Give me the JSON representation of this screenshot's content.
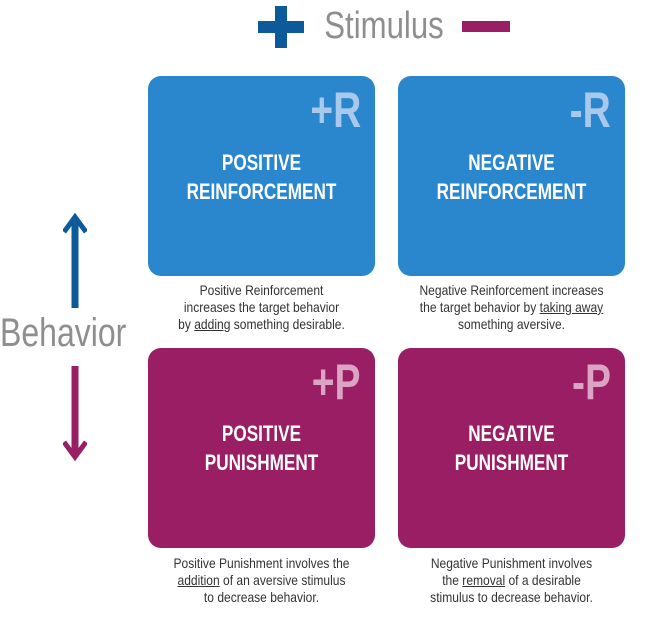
{
  "header": {
    "label": "Stimulus",
    "plus_icon": "plus-icon",
    "minus_icon": "minus-icon",
    "colors": {
      "plus": "#0d5a9a",
      "minus": "#9a1e63",
      "label": "#8e8e8e"
    }
  },
  "side": {
    "label": "Behavior",
    "up_icon": "arrow-up-icon",
    "down_icon": "arrow-down-icon"
  },
  "quadrants": {
    "pr": {
      "abbr": "+R",
      "title_line1": "POSITIVE",
      "title_line2": "REINFORCEMENT",
      "desc": [
        "Positive Reinforcement",
        "increases the target behavior",
        "by ",
        "adding",
        " something desirable."
      ],
      "color": "#2a86cd"
    },
    "nr": {
      "abbr": "-R",
      "title_line1": "NEGATIVE",
      "title_line2": "REINFORCEMENT",
      "desc": [
        "Negative Reinforcement increases",
        "the target behavior by ",
        "taking away",
        "something aversive."
      ],
      "color": "#2a86cd"
    },
    "pp": {
      "abbr": "+P",
      "title_line1": "POSITIVE",
      "title_line2": "PUNISHMENT",
      "desc": [
        "Positive Punishment involves the",
        "addition",
        " of an aversive stimulus",
        "to decrease behavior."
      ],
      "color": "#9a1e63"
    },
    "np": {
      "abbr": "-P",
      "title_line1": "NEGATIVE",
      "title_line2": "PUNISHMENT",
      "desc": [
        "Negative Punishment involves",
        "the ",
        "removal",
        " of a desirable",
        "stimulus to decrease behavior."
      ],
      "color": "#9a1e63"
    }
  }
}
